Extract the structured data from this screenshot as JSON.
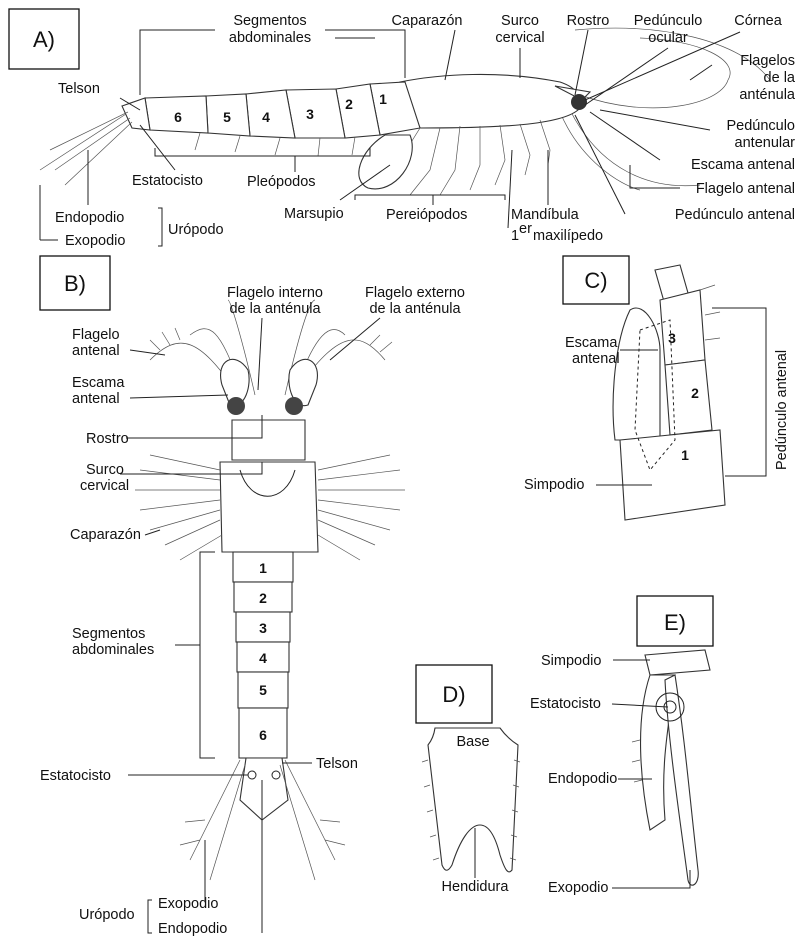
{
  "panels": {
    "a": "A)",
    "b": "B)",
    "c": "C)",
    "d": "D)",
    "e": "E)"
  },
  "a": {
    "segmentos_1": "Segmentos",
    "segmentos_2": "abdominales",
    "caparazon": "Caparazón",
    "surco_1": "Surco",
    "surco_2": "cervical",
    "rostro": "Rostro",
    "pedunculo_ocular_1": "Pedúnculo",
    "pedunculo_ocular_2": "ocular",
    "cornea": "Córnea",
    "flagelos_1": "Flagelos",
    "flagelos_2": "de la",
    "flagelos_3": "anténula",
    "ped_antenular_1": "Pedúnculo",
    "ped_antenular_2": "antenular",
    "escama": "Escama antenal",
    "flagelo_antenal": "Flagelo antenal",
    "ped_antenal": "Pedúnculo antenal",
    "telson": "Telson",
    "estatocisto": "Estatocisto",
    "pleopodos": "Pleópodos",
    "marsupio": "Marsupio",
    "pereiopodos": "Pereiópodos",
    "mandibula": "Mandíbula",
    "maxilipedo_sup": "er",
    "maxilipedo_num": "1",
    "maxilipedo": "maxilípedo",
    "endopodio": "Endopodio",
    "exopodio": "Exopodio",
    "uropodo": "Urópodo",
    "segments": [
      "6",
      "5",
      "4",
      "3",
      "2",
      "1"
    ]
  },
  "b": {
    "flagelo_interno_1": "Flagelo interno",
    "flagelo_interno_2": "de la anténula",
    "flagelo_externo_1": "Flagelo externo",
    "flagelo_externo_2": "de la anténula",
    "flagelo_antenal_1": "Flagelo",
    "flagelo_antenal_2": "antenal",
    "escama_1": "Escama",
    "escama_2": "antenal",
    "rostro": "Rostro",
    "surco_1": "Surco",
    "surco_2": "cervical",
    "caparazon": "Caparazón",
    "segmentos_1": "Segmentos",
    "segmentos_2": "abdominales",
    "estatocisto": "Estatocisto",
    "telson": "Telson",
    "uropodo": "Urópodo",
    "exopodio": "Exopodio",
    "endopodio": "Endopodio",
    "segments": [
      "1",
      "2",
      "3",
      "4",
      "5",
      "6"
    ]
  },
  "c": {
    "escama_1": "Escama",
    "escama_2": "antenal",
    "simpodio": "Simpodio",
    "pedunculo": "Pedúnculo antenal",
    "segments": [
      "3",
      "2",
      "1"
    ]
  },
  "d": {
    "base": "Base",
    "hendidura": "Hendidura"
  },
  "e": {
    "simpodio": "Simpodio",
    "estatocisto": "Estatocisto",
    "endopodio": "Endopodio",
    "exopodio": "Exopodio"
  }
}
